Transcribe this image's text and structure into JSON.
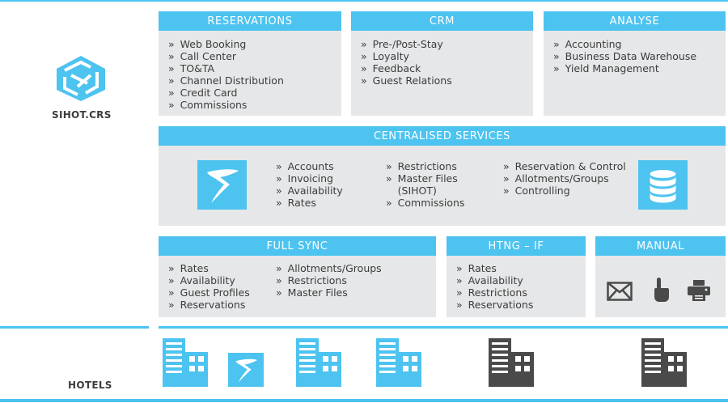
{
  "brand": {
    "name": "SIHOT.CRS",
    "logo_icon": "sihot-crs-cube-logo",
    "accent_color": "#4dc3f0",
    "panel_color": "#e6e7e8",
    "dark_color": "#4a4a4a"
  },
  "reservations": {
    "title": "RESERVATIONS",
    "items": [
      "Web Booking",
      "Call Center",
      "TO&TA",
      "Channel Distribution",
      "Credit Card",
      "Commissions"
    ]
  },
  "crm": {
    "title": "CRM",
    "items": [
      "Pre-/Post-Stay",
      "Loyalty",
      "Feedback",
      "Guest Relations"
    ]
  },
  "analyse": {
    "title": "ANALYSE",
    "items": [
      "Accounting",
      "Business Data Warehouse",
      "Yield Management"
    ]
  },
  "centralised": {
    "title": "CENTRALISED SERVICES",
    "col1": [
      "Accounts",
      "Invoicing",
      "Availability",
      "Rates"
    ],
    "col2": [
      "Restrictions",
      "Master Files",
      "(SIHOT)",
      "Commissions"
    ],
    "col3": [
      "Reservation & Control",
      "Allotments/Groups",
      "Controlling"
    ],
    "left_icon": "sihot-logo-icon",
    "right_icon": "database-icon"
  },
  "full_sync": {
    "title": "FULL SYNC",
    "col1": [
      "Rates",
      "Availability",
      "Guest Profiles",
      "Reservations"
    ],
    "col2": [
      "Allotments/Groups",
      "Restrictions",
      "Master Files"
    ]
  },
  "htng": {
    "title": "HTNG – IF",
    "items": [
      "Rates",
      "Availability",
      "Restrictions",
      "Reservations"
    ]
  },
  "manual": {
    "title": "MANUAL",
    "icons": [
      "envelope-icon",
      "pointing-hand-icon",
      "printer-icon"
    ]
  },
  "hotels": {
    "label": "HOTELS",
    "icons": [
      "building-icon-blue",
      "sihot-logo-icon",
      "building-icon-blue",
      "building-icon-blue",
      "building-icon-dark",
      "building-icon-dark"
    ]
  }
}
